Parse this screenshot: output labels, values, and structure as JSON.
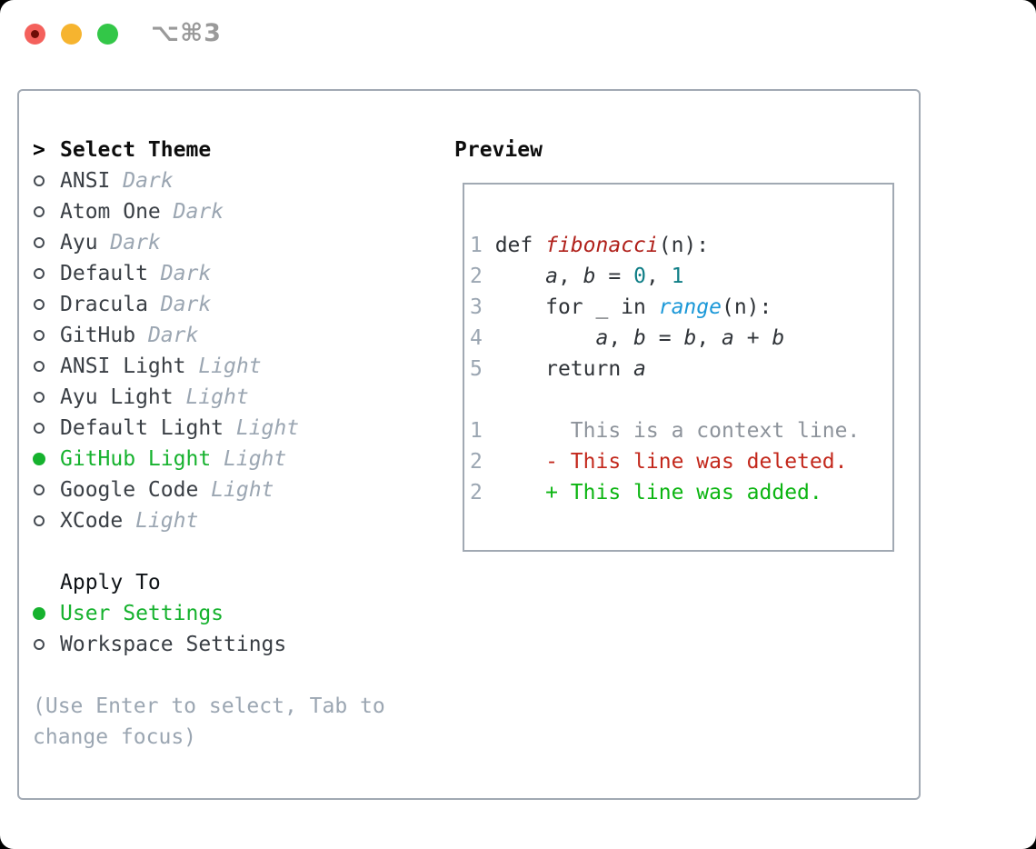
{
  "colors": {
    "accent_green": "#16b22e",
    "diff_green": "#0cb512",
    "diff_red": "#c3281c",
    "func_red": "#b0211b",
    "number_teal": "#0f7e86",
    "builtin_blue": "#1b98d8",
    "muted_gray": "#9ba6b2",
    "border_gray": "#a1a9b3",
    "traffic_red": "#f4615c",
    "traffic_yellow": "#f6b42f",
    "traffic_green": "#33c748"
  },
  "window": {
    "shortcut_label": "⌥⌘3"
  },
  "theme_picker": {
    "prompt": ">",
    "title": "Select Theme",
    "themes": [
      {
        "name": "ANSI",
        "variant": "Dark",
        "selected": false
      },
      {
        "name": "Atom One",
        "variant": "Dark",
        "selected": false
      },
      {
        "name": "Ayu",
        "variant": "Dark",
        "selected": false
      },
      {
        "name": "Default",
        "variant": "Dark",
        "selected": false
      },
      {
        "name": "Dracula",
        "variant": "Dark",
        "selected": false
      },
      {
        "name": "GitHub",
        "variant": "Dark",
        "selected": false
      },
      {
        "name": "ANSI Light",
        "variant": "Light",
        "selected": false
      },
      {
        "name": "Ayu Light",
        "variant": "Light",
        "selected": false
      },
      {
        "name": "Default Light",
        "variant": "Light",
        "selected": false
      },
      {
        "name": "GitHub Light",
        "variant": "Light",
        "selected": true
      },
      {
        "name": "Google Code",
        "variant": "Light",
        "selected": false
      },
      {
        "name": "XCode",
        "variant": "Light",
        "selected": false
      }
    ],
    "apply_to": {
      "title": "Apply To",
      "options": [
        {
          "label": "User Settings",
          "selected": true
        },
        {
          "label": "Workspace Settings",
          "selected": false
        }
      ]
    },
    "help_lines": [
      "(Use Enter to select, Tab to",
      "change focus)"
    ]
  },
  "preview": {
    "title": "Preview",
    "code_lines": [
      [
        {
          "t": "1",
          "s": "ln"
        },
        {
          "t": " def ",
          "s": "pln"
        },
        {
          "t": "fibonacci",
          "s": "fn"
        },
        {
          "t": "(n):",
          "s": "pln"
        }
      ],
      [
        {
          "t": "2",
          "s": "ln"
        },
        {
          "t": "     ",
          "s": "pln"
        },
        {
          "t": "a",
          "s": "var"
        },
        {
          "t": ", ",
          "s": "pln"
        },
        {
          "t": "b",
          "s": "var"
        },
        {
          "t": " = ",
          "s": "pln"
        },
        {
          "t": "0",
          "s": "num"
        },
        {
          "t": ", ",
          "s": "pln"
        },
        {
          "t": "1",
          "s": "num"
        }
      ],
      [
        {
          "t": "3",
          "s": "ln"
        },
        {
          "t": "     for _ in ",
          "s": "pln"
        },
        {
          "t": "range",
          "s": "bi"
        },
        {
          "t": "(n):",
          "s": "pln"
        }
      ],
      [
        {
          "t": "4",
          "s": "ln"
        },
        {
          "t": "         ",
          "s": "pln"
        },
        {
          "t": "a",
          "s": "var"
        },
        {
          "t": ", ",
          "s": "pln"
        },
        {
          "t": "b",
          "s": "var"
        },
        {
          "t": " = ",
          "s": "pln"
        },
        {
          "t": "b",
          "s": "var"
        },
        {
          "t": ", ",
          "s": "pln"
        },
        {
          "t": "a",
          "s": "var"
        },
        {
          "t": " + ",
          "s": "pln"
        },
        {
          "t": "b",
          "s": "var"
        }
      ],
      [
        {
          "t": "5",
          "s": "ln"
        },
        {
          "t": "     return ",
          "s": "pln"
        },
        {
          "t": "a",
          "s": "var"
        }
      ],
      [],
      [
        {
          "t": "1",
          "s": "ln"
        },
        {
          "t": "       This is a context line.",
          "s": "ctx"
        }
      ],
      [
        {
          "t": "2",
          "s": "ln"
        },
        {
          "t": "     ",
          "s": "pln"
        },
        {
          "t": "- This line was deleted.",
          "s": "del"
        }
      ],
      [
        {
          "t": "2",
          "s": "ln"
        },
        {
          "t": "     ",
          "s": "pln"
        },
        {
          "t": "+ This line was added.",
          "s": "add"
        }
      ]
    ]
  }
}
